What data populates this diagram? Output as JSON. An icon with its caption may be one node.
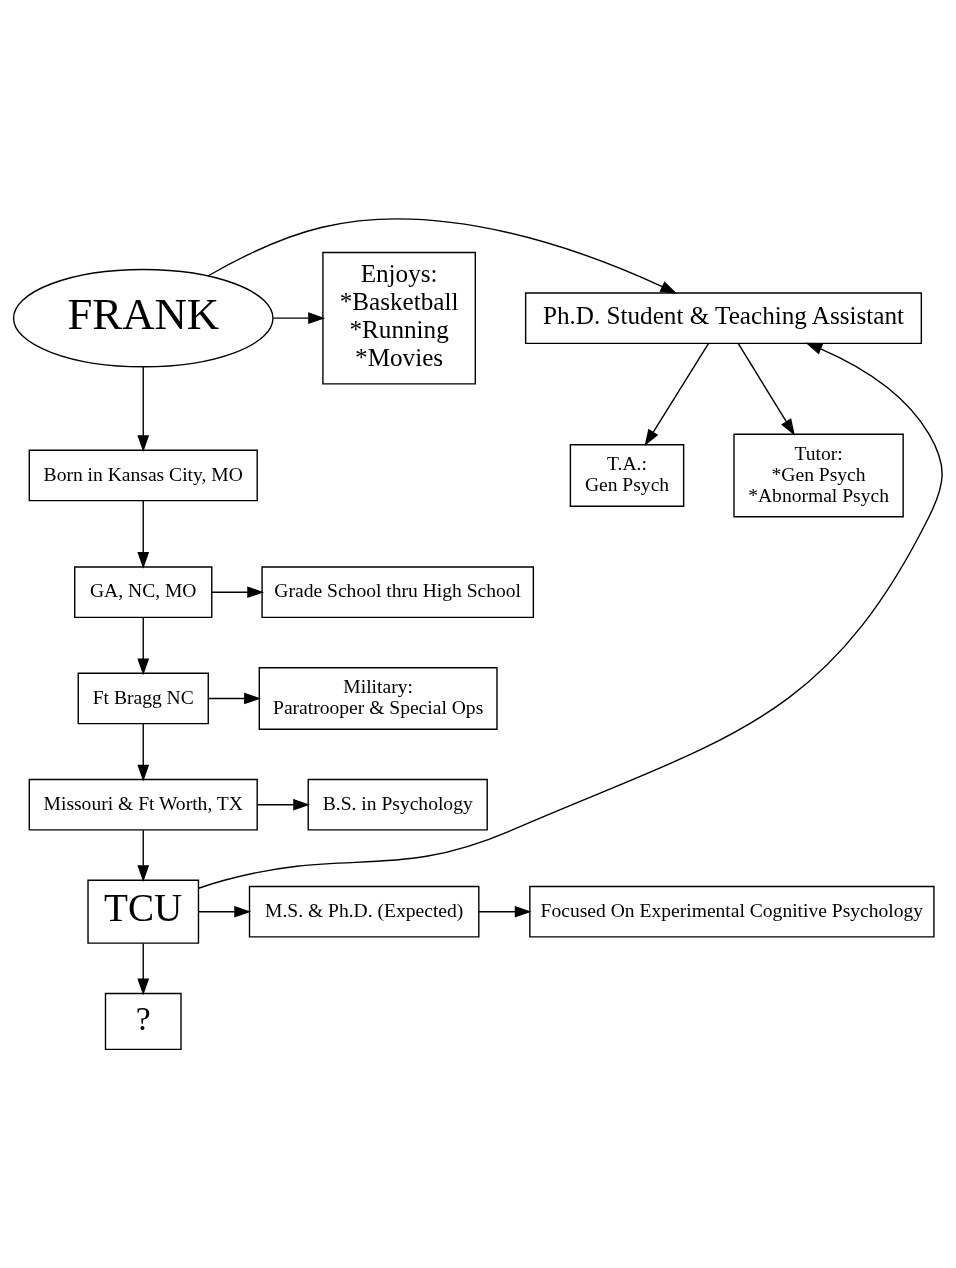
{
  "diagram": {
    "nodes": [
      {
        "text": [
          "FRANK"
        ]
      },
      {
        "text": [
          "Ph.D. Student & Teaching Assistant"
        ]
      },
      {
        "text": [
          "Enjoys:",
          "*Basketball",
          "*Running",
          "*Movies"
        ]
      },
      {
        "text": [
          "T.A.:",
          "Gen Psych"
        ]
      },
      {
        "text": [
          "Tutor:",
          "*Gen Psych",
          "*Abnormal Psych"
        ]
      },
      {
        "text": [
          "Born in Kansas City, MO"
        ]
      },
      {
        "text": [
          "GA, NC, MO"
        ]
      },
      {
        "text": [
          "Grade School thru High School"
        ]
      },
      {
        "text": [
          "Ft Bragg NC"
        ]
      },
      {
        "text": [
          "Military:",
          "Paratrooper & Special Ops"
        ]
      },
      {
        "text": [
          "Missouri & Ft Worth, TX"
        ]
      },
      {
        "text": [
          "B.S. in Psychology"
        ]
      },
      {
        "text": [
          "TCU"
        ]
      },
      {
        "text": [
          "M.S. & Ph.D. (Expected)"
        ]
      },
      {
        "text": [
          "Focused On Experimental Cognitive Psychology"
        ]
      },
      {
        "text": [
          "?"
        ]
      }
    ],
    "edges": [
      {
        "from": 0,
        "to": 1,
        "arrow": "to"
      },
      {
        "from": 0,
        "to": 2,
        "arrow": "to"
      },
      {
        "from": 0,
        "to": 5,
        "arrow": "to"
      },
      {
        "from": 1,
        "to": 3,
        "arrow": "to"
      },
      {
        "from": 1,
        "to": 4,
        "arrow": "to"
      },
      {
        "from": 5,
        "to": 6,
        "arrow": "to"
      },
      {
        "from": 6,
        "to": 7,
        "arrow": "to"
      },
      {
        "from": 6,
        "to": 8,
        "arrow": "to"
      },
      {
        "from": 8,
        "to": 9,
        "arrow": "to"
      },
      {
        "from": 8,
        "to": 10,
        "arrow": "to"
      },
      {
        "from": 10,
        "to": 11,
        "arrow": "to"
      },
      {
        "from": 10,
        "to": 12,
        "arrow": "to"
      },
      {
        "from": 12,
        "to": 1,
        "arrow": "to"
      },
      {
        "from": 12,
        "to": 13,
        "arrow": "to"
      },
      {
        "from": 13,
        "to": 14,
        "arrow": "to"
      },
      {
        "from": 12,
        "to": 15,
        "arrow": "to"
      }
    ]
  }
}
